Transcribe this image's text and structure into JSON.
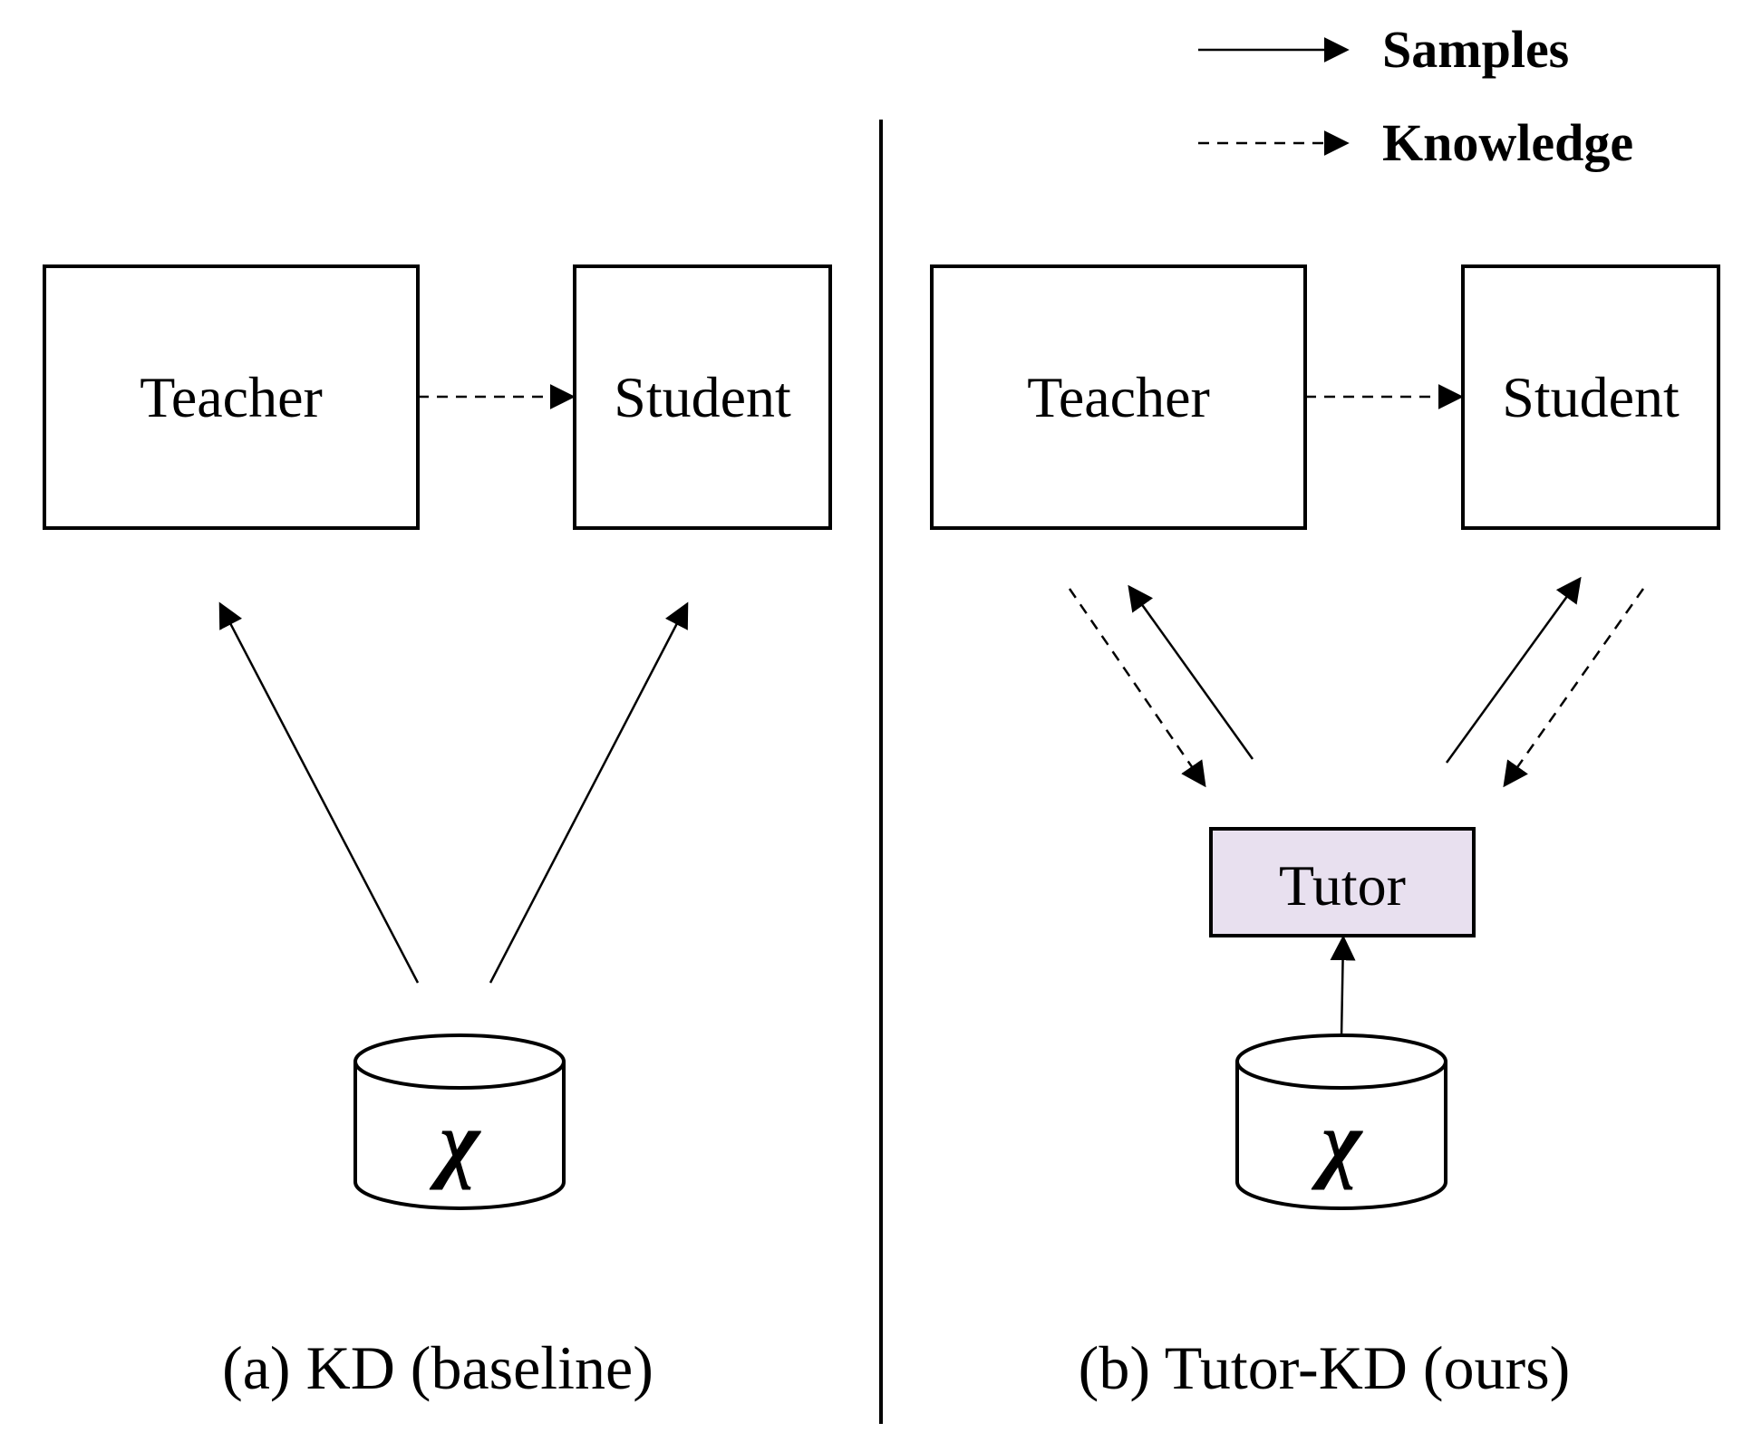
{
  "legend": {
    "samples": "Samples",
    "knowledge": "Knowledge"
  },
  "panel_a": {
    "teacher": "Teacher",
    "student": "Student",
    "dataset_symbol": "χ",
    "caption": "(a) KD (baseline)"
  },
  "panel_b": {
    "teacher": "Teacher",
    "student": "Student",
    "tutor": "Tutor",
    "dataset_symbol": "χ",
    "caption": "(b) Tutor-KD (ours)"
  },
  "colors": {
    "tutor_fill": "#e8e0ef",
    "stroke": "#000000"
  }
}
